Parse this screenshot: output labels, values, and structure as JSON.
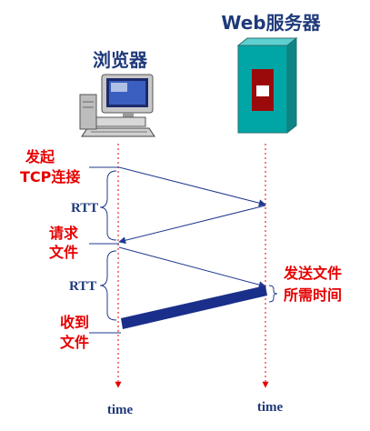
{
  "server": {
    "title": "Web服务器"
  },
  "browser": {
    "title": "浏览器"
  },
  "labels": {
    "initiate_line1": "发起",
    "initiate_line2": "TCP连接",
    "rtt_1": "RTT",
    "request_line1": "请求",
    "request_line2": "文件",
    "rtt_2": "RTT",
    "receive_line1": "收到",
    "receive_line2": "文件",
    "send_time_line1": "发送文件",
    "send_time_line2": "所需时间",
    "time_left": "time",
    "time_right": "time"
  },
  "colors": {
    "title": "#1f3a7a",
    "annotation_red": "#e60000",
    "arrow_blue": "#1f3a8f",
    "file_bar": "#1a2f8a",
    "timeline_red": "#e60000",
    "server_body": "#00a6a6",
    "server_top": "#5fd0d0",
    "server_panel": "#9b0a0a"
  }
}
